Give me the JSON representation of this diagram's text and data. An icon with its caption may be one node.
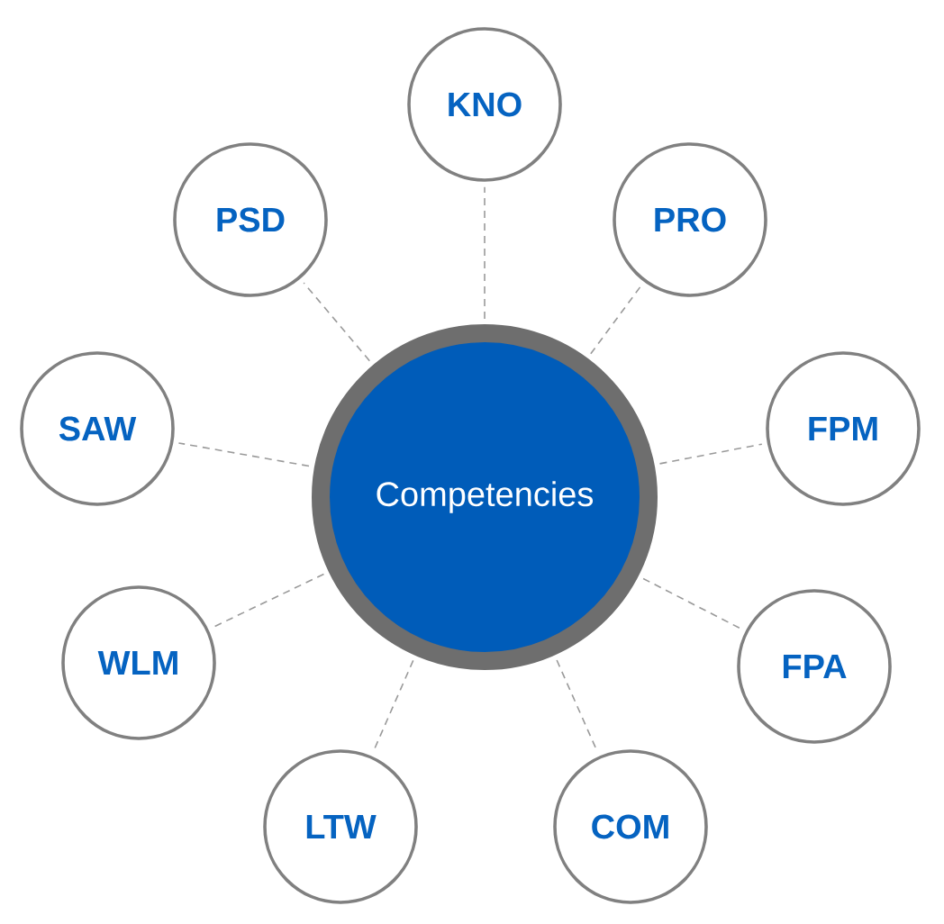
{
  "diagram": {
    "nodes": [
      {
        "text": [
          "Competencies"
        ]
      },
      {
        "text": [
          "KNO"
        ]
      },
      {
        "text": [
          "PRO"
        ]
      },
      {
        "text": [
          "FPM"
        ]
      },
      {
        "text": [
          "FPA"
        ]
      },
      {
        "text": [
          "COM"
        ]
      },
      {
        "text": [
          "LTW"
        ]
      },
      {
        "text": [
          "WLM"
        ]
      },
      {
        "text": [
          "SAW"
        ]
      },
      {
        "text": [
          "PSD"
        ]
      }
    ],
    "edges": [
      {
        "from": 0,
        "to": 1,
        "arrow": "none",
        "style": "dashed"
      },
      {
        "from": 0,
        "to": 2,
        "arrow": "none",
        "style": "dashed"
      },
      {
        "from": 0,
        "to": 3,
        "arrow": "none",
        "style": "dashed"
      },
      {
        "from": 0,
        "to": 4,
        "arrow": "none",
        "style": "dashed"
      },
      {
        "from": 0,
        "to": 5,
        "arrow": "none",
        "style": "dashed"
      },
      {
        "from": 0,
        "to": 6,
        "arrow": "none",
        "style": "dashed"
      },
      {
        "from": 0,
        "to": 7,
        "arrow": "none",
        "style": "dashed"
      },
      {
        "from": 0,
        "to": 8,
        "arrow": "none",
        "style": "dashed"
      },
      {
        "from": 0,
        "to": 9,
        "arrow": "none",
        "style": "dashed"
      }
    ]
  }
}
